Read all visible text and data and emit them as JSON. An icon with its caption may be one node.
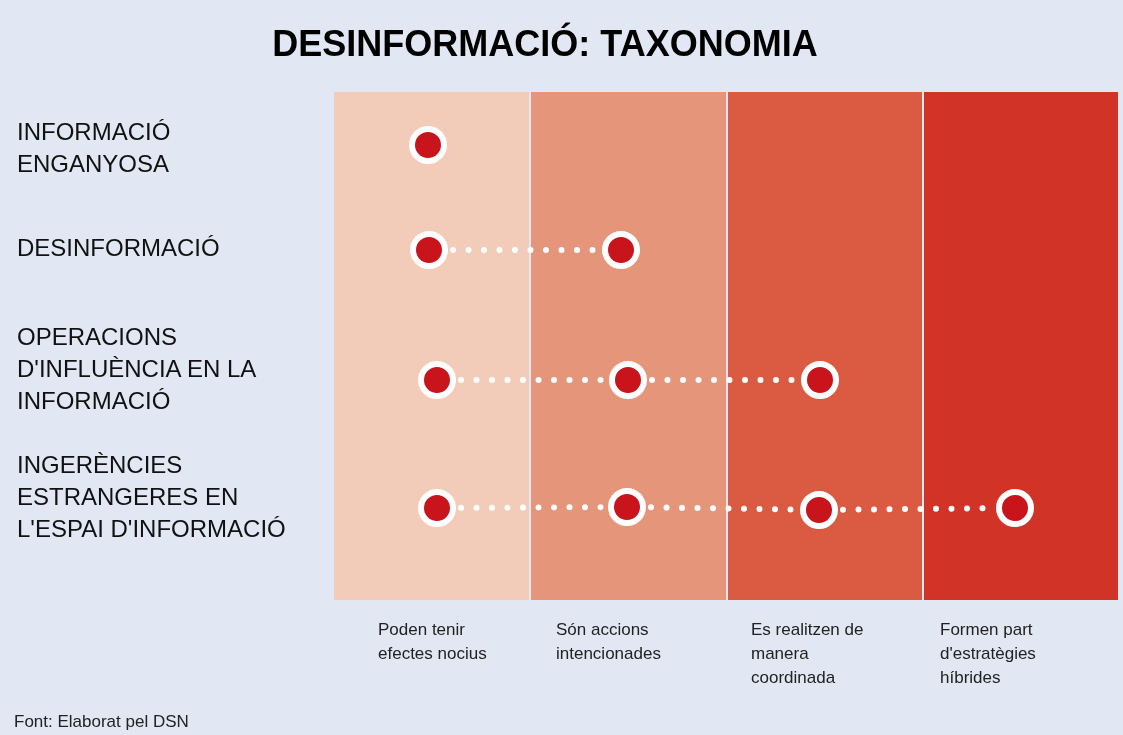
{
  "diagram": {
    "title": "DESINFORMACIÓ: TAXONOMIA",
    "nodes": [
      {
        "text": [],
        "shape": "circle"
      },
      {
        "text": [],
        "shape": "circle"
      },
      {
        "text": [],
        "shape": "circle"
      },
      {
        "text": [],
        "shape": "circle"
      },
      {
        "text": [],
        "shape": "circle"
      },
      {
        "text": [],
        "shape": "circle"
      },
      {
        "text": [],
        "shape": "circle"
      },
      {
        "text": [],
        "shape": "circle"
      },
      {
        "text": [],
        "shape": "circle"
      },
      {
        "text": [],
        "shape": "circle"
      }
    ],
    "edges": [
      {
        "from": 1,
        "to": 2,
        "arrow": "none",
        "style": "dashed"
      },
      {
        "from": 3,
        "to": 4,
        "arrow": "none",
        "style": "dashed"
      },
      {
        "from": 4,
        "to": 5,
        "arrow": "none",
        "style": "dashed"
      },
      {
        "from": 6,
        "to": 7,
        "arrow": "none",
        "style": "dashed"
      },
      {
        "from": 7,
        "to": 8,
        "arrow": "none",
        "style": "dashed"
      },
      {
        "from": 8,
        "to": 9,
        "arrow": "none",
        "style": "dashed"
      }
    ],
    "labels": [
      "INFORMACIÓ ENGANYOSA",
      "DESINFORMACIÓ",
      "OPERACIONS D'INFLUÈNCIA EN LA INFORMACIÓ",
      "INGERÈNCIES ESTRANGERES EN L'ESPAI D'INFORMACIÓ",
      "Poden tenir efectes nocius",
      "Són accions intencionades",
      "Es realitzen de manera coordinada",
      "Formen part d'estratègies híbrides",
      "Font: Elaborat pel DSN"
    ]
  }
}
